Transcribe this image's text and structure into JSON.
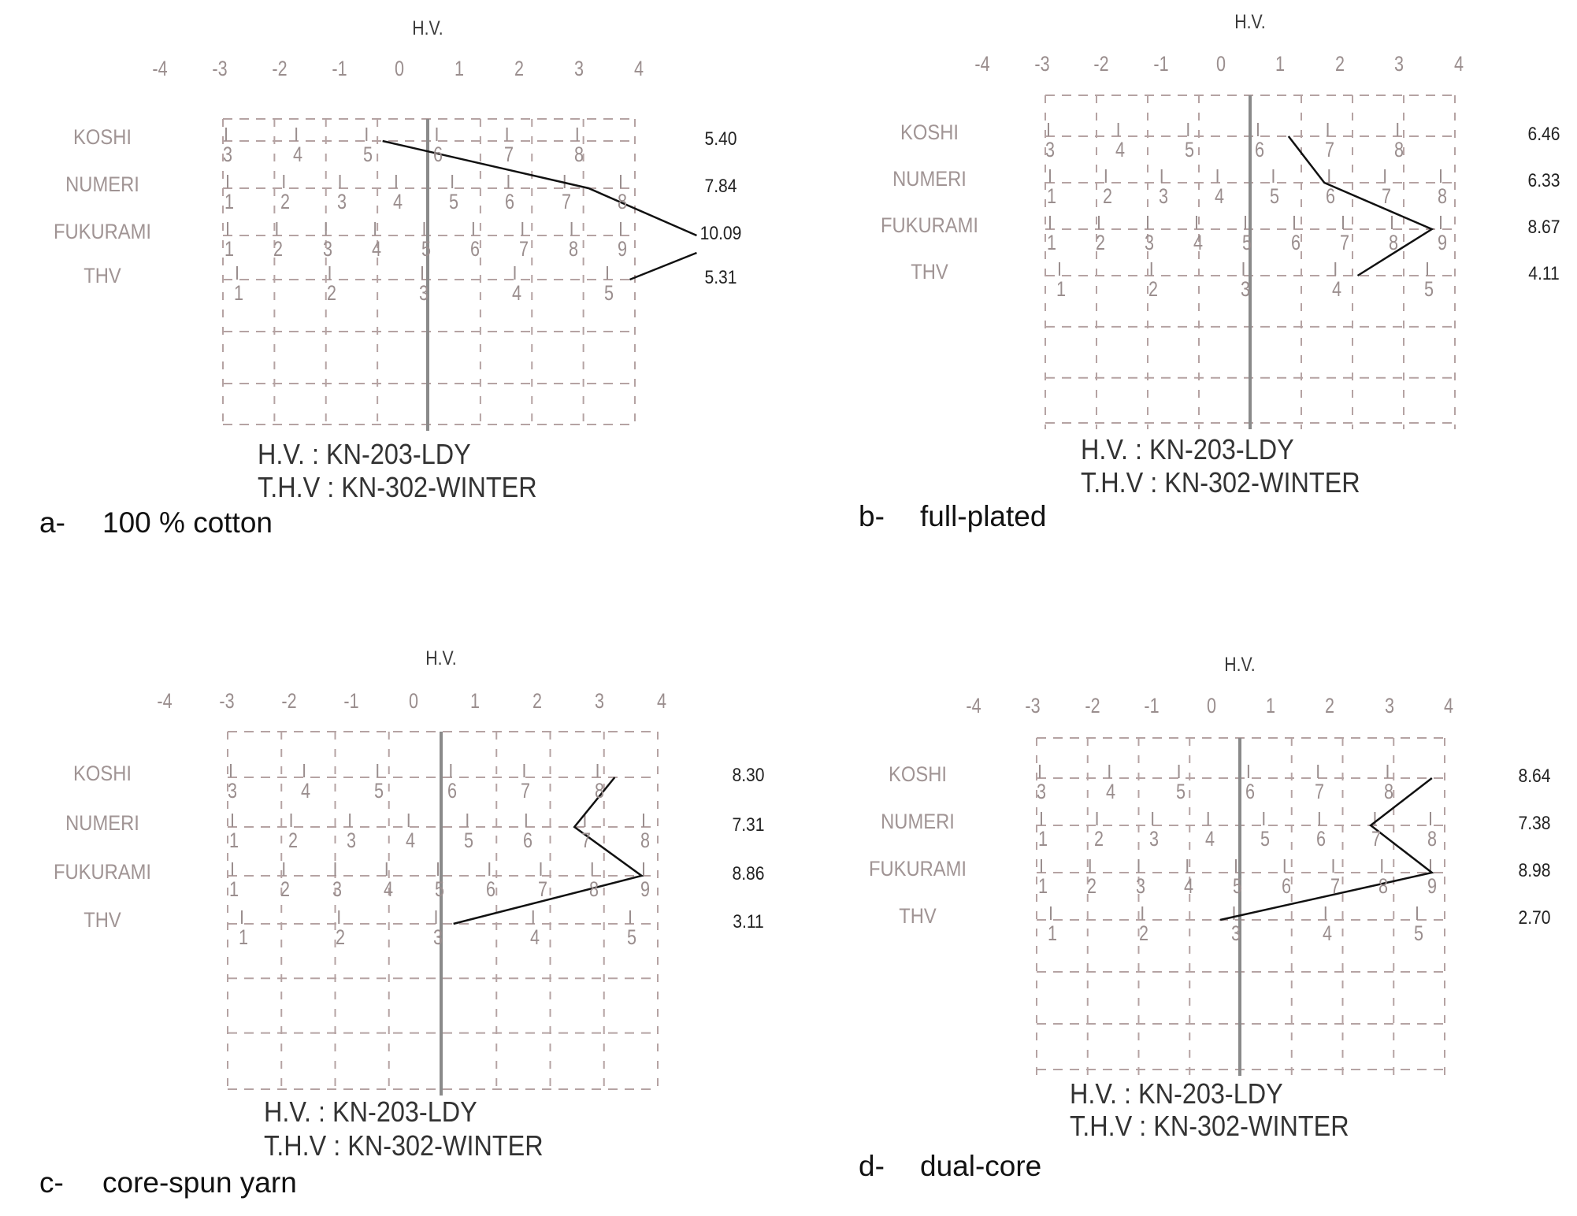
{
  "figure": {
    "legend": {
      "hv": "H.V.  : KN-203-LDY",
      "thv": "T.H.V : KN-302-WINTER"
    },
    "axis_title": "H.V.",
    "axis_ticks": [
      "-4",
      "-3",
      "-2",
      "-1",
      "0",
      "1",
      "2",
      "3",
      "4"
    ],
    "row_labels": [
      "KOSHI",
      "NUMERI",
      "FUKURAMI",
      "THV"
    ],
    "sub_scales": {
      "KOSHI": [
        "3",
        "4",
        "5",
        "6",
        "7",
        "8"
      ],
      "NUMERI": [
        "1",
        "2",
        "3",
        "4",
        "5",
        "6",
        "7",
        "8"
      ],
      "FUKURAMI": [
        "1",
        "2",
        "3",
        "4",
        "5",
        "6",
        "7",
        "8",
        "9"
      ],
      "THV": [
        "1",
        "2",
        "3",
        "4",
        "5"
      ]
    },
    "panels": [
      {
        "letter": "a-",
        "caption": "100 % cotton",
        "values": [
          "5.40",
          "7.84",
          "10.09",
          "5.31"
        ]
      },
      {
        "letter": "b-",
        "caption": "full-plated",
        "values": [
          "6.46",
          "6.33",
          "8.67",
          "4.11"
        ]
      },
      {
        "letter": "c-",
        "caption": "core-spun yarn",
        "values": [
          "8.30",
          "7.31",
          "8.86",
          "3.11"
        ]
      },
      {
        "letter": "d-",
        "caption": "dual-core",
        "values": [
          "8.64",
          "7.38",
          "8.98",
          "2.70"
        ]
      }
    ]
  },
  "chart_data": [
    {
      "type": "line",
      "title": "a- 100 % cotton",
      "xlabel": "H.V.",
      "xlim": [
        -4,
        4
      ],
      "x_ticks": [
        -4,
        -3,
        -2,
        -1,
        0,
        1,
        2,
        3,
        4
      ],
      "categories": [
        "KOSHI",
        "NUMERI",
        "FUKURAMI",
        "THV"
      ],
      "values": [
        5.4,
        7.84,
        10.09,
        5.31
      ],
      "hv_position": [
        -0.9,
        3.1,
        5.2,
        3.9
      ],
      "legend": [
        "H.V. : KN-203-LDY",
        "T.H.V : KN-302-WINTER"
      ],
      "grid": true
    },
    {
      "type": "line",
      "title": "b- full-plated",
      "xlabel": "H.V.",
      "xlim": [
        -4,
        4
      ],
      "x_ticks": [
        -4,
        -3,
        -2,
        -1,
        0,
        1,
        2,
        3,
        4
      ],
      "categories": [
        "KOSHI",
        "NUMERI",
        "FUKURAMI",
        "THV"
      ],
      "values": [
        6.46,
        6.33,
        8.67,
        4.11
      ],
      "hv_position": [
        0.75,
        1.45,
        3.55,
        2.1
      ],
      "legend": [
        "H.V. : KN-203-LDY",
        "T.H.V : KN-302-WINTER"
      ],
      "grid": true
    },
    {
      "type": "line",
      "title": "c- core-spun yarn",
      "xlabel": "H.V.",
      "xlim": [
        -4,
        4
      ],
      "x_ticks": [
        -4,
        -3,
        -2,
        -1,
        0,
        1,
        2,
        3,
        4
      ],
      "categories": [
        "KOSHI",
        "NUMERI",
        "FUKURAMI",
        "THV"
      ],
      "values": [
        8.3,
        7.31,
        8.86,
        3.11
      ],
      "hv_position": [
        3.2,
        2.45,
        3.7,
        0.2
      ],
      "legend": [
        "H.V. : KN-203-LDY",
        "T.H.V : KN-302-WINTER"
      ],
      "grid": true
    },
    {
      "type": "line",
      "title": "d- dual-core",
      "xlabel": "H.V.",
      "xlim": [
        -4,
        4
      ],
      "x_ticks": [
        -4,
        -3,
        -2,
        -1,
        0,
        1,
        2,
        3,
        4
      ],
      "categories": [
        "KOSHI",
        "NUMERI",
        "FUKURAMI",
        "THV"
      ],
      "values": [
        8.64,
        7.38,
        8.98,
        2.7
      ],
      "hv_position": [
        3.75,
        2.55,
        3.75,
        -0.4
      ],
      "legend": [
        "H.V. : KN-203-LDY",
        "T.H.V : KN-302-WINTER"
      ],
      "grid": true
    }
  ]
}
